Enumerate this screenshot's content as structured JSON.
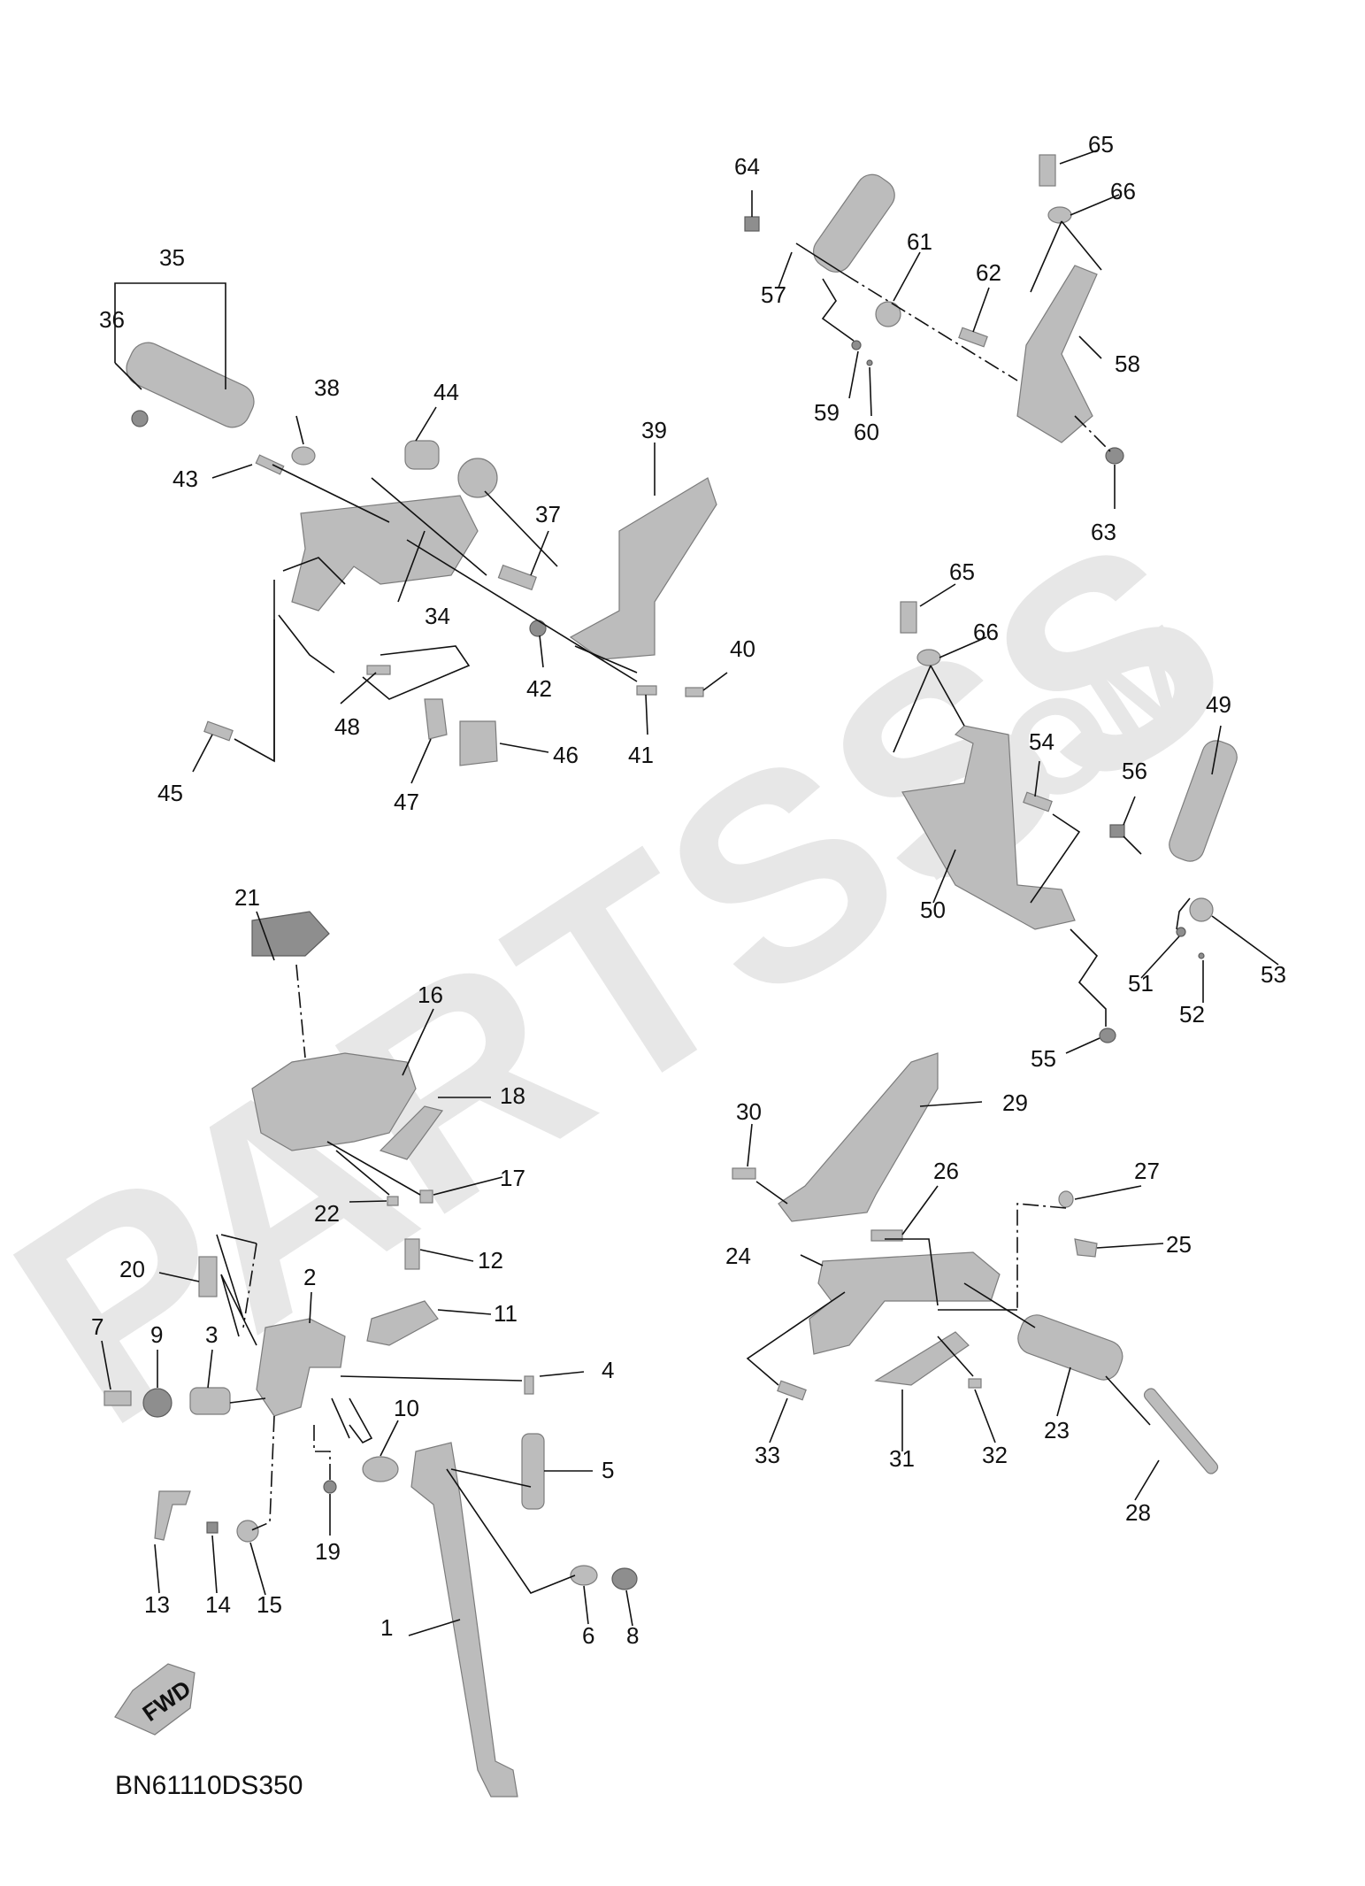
{
  "diagram_code": "BN61110DS350",
  "fwd_label": "FWD",
  "watermark": {
    "main": "PARTSSS",
    "suffix": ".COM"
  },
  "callouts": [
    "1",
    "2",
    "3",
    "4",
    "5",
    "6",
    "7",
    "8",
    "9",
    "10",
    "11",
    "12",
    "13",
    "14",
    "15",
    "16",
    "17",
    "18",
    "19",
    "20",
    "21",
    "22",
    "23",
    "24",
    "25",
    "26",
    "27",
    "28",
    "29",
    "30",
    "31",
    "32",
    "33",
    "34",
    "35",
    "36",
    "37",
    "38",
    "39",
    "40",
    "41",
    "42",
    "43",
    "44",
    "45",
    "46",
    "47",
    "48",
    "49",
    "50",
    "51",
    "52",
    "53",
    "54",
    "55",
    "56",
    "57",
    "58",
    "59",
    "60",
    "61",
    "62",
    "63",
    "64",
    "65",
    "66",
    "65",
    "66"
  ],
  "colors": {
    "part_fill": "#bcbcbc",
    "line": "#111111",
    "watermark": "#e7e7e7"
  }
}
